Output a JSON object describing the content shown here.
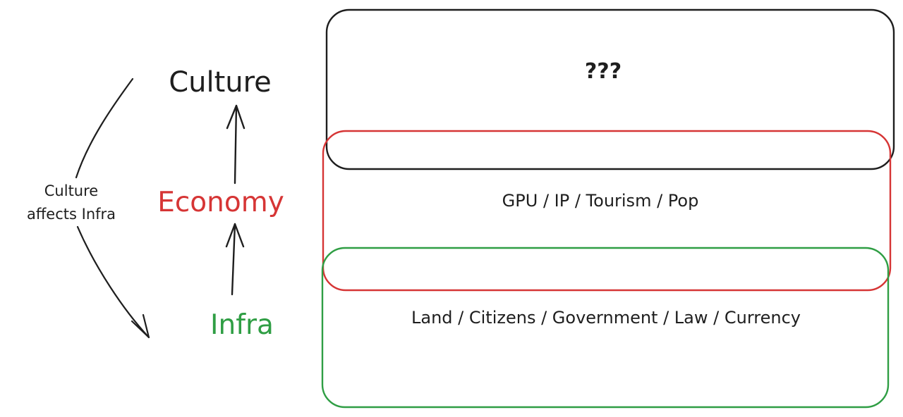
{
  "layers": {
    "culture": {
      "label": "Culture",
      "color": "#1e1e1e"
    },
    "economy": {
      "label": "Economy",
      "color": "#d63535"
    },
    "infra": {
      "label": "Infra",
      "color": "#2f9e44"
    }
  },
  "side_note": {
    "line1": "Culture",
    "line2": "affects Infra"
  },
  "boxes": {
    "top": {
      "text": "???",
      "color": "#1e1e1e"
    },
    "middle": {
      "text": "GPU / IP / Tourism / Pop",
      "color": "#d63535"
    },
    "bottom": {
      "text": "Land / Citizens / Government / Law / Currency",
      "color": "#2f9e44"
    }
  }
}
